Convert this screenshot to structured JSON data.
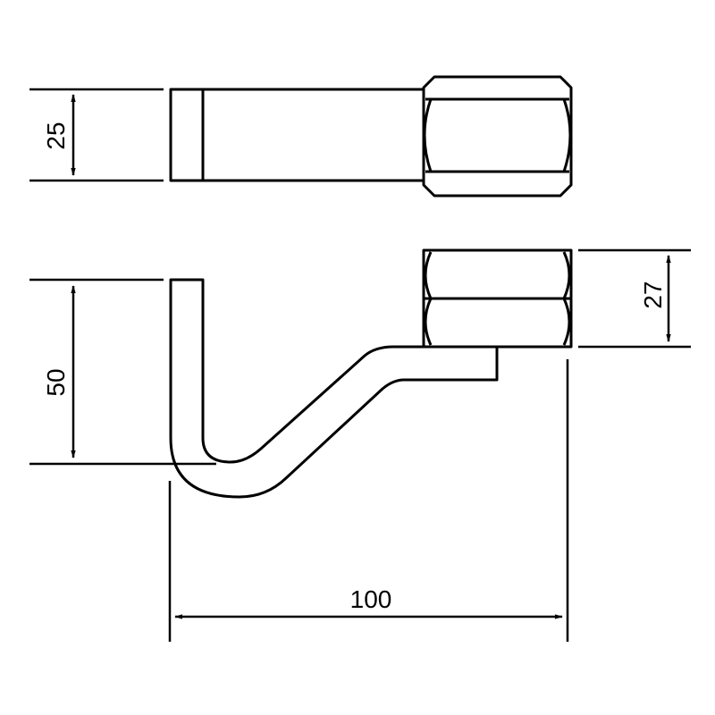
{
  "drawing": {
    "type": "technical-drawing",
    "subject": "offset hook bracket with hex coupling nut",
    "line_color": "#000000",
    "background_color": "#ffffff",
    "views": [
      {
        "name": "top-view",
        "parts": [
          "flat bar",
          "hex nut"
        ]
      },
      {
        "name": "side-view",
        "parts": [
          "J-hook bar",
          "hex nut"
        ]
      }
    ],
    "dimensions": {
      "top_width": "25",
      "hook_height": "50",
      "nut_height": "27",
      "overall_length": "100"
    }
  }
}
